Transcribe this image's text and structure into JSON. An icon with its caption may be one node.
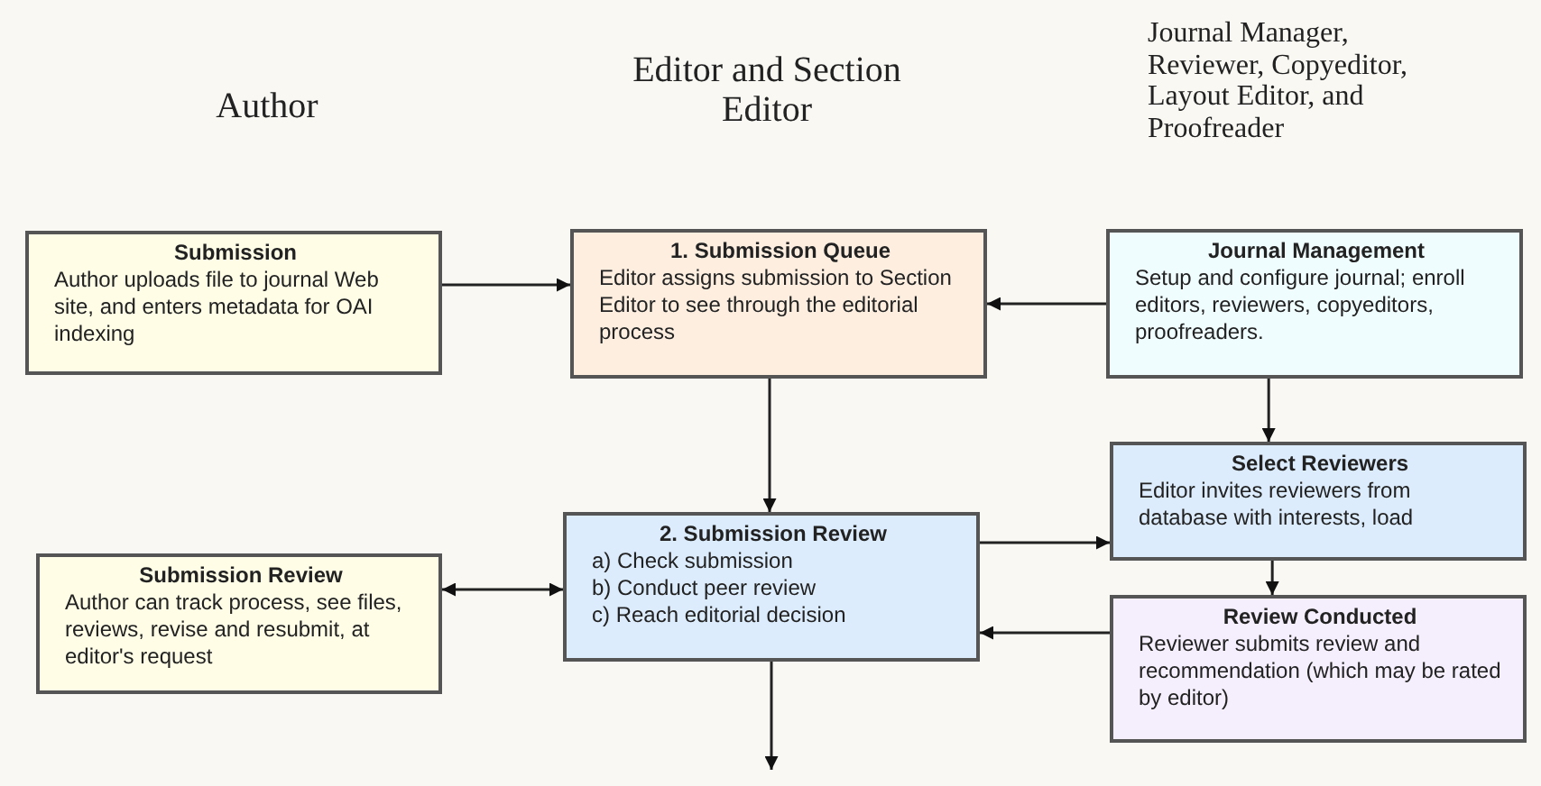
{
  "diagram": {
    "nodes": [
      {
        "text": [
          "Submission",
          "Author uploads file to journal Web site, and enters metadata for OAI indexing"
        ]
      },
      {
        "text": [
          "1. Submission Queue",
          "Editor assigns submission to Section Editor to see through the editorial process"
        ]
      },
      {
        "text": [
          "Journal Management",
          "Setup and configure journal; enroll editors, reviewers, copyeditors, proofreaders."
        ]
      },
      {
        "text": [
          "Select Reviewers",
          "Editor invites reviewers from database with interests, load"
        ]
      },
      {
        "text": [
          "2. Submission Review",
          "a) Check submission",
          "b) Conduct peer review",
          "c) Reach editorial decision"
        ]
      },
      {
        "text": [
          "Submission Review",
          "Author can track process, see files, reviews, revise and resubmit, at editor's request"
        ]
      },
      {
        "text": [
          "Review Conducted",
          "Reviewer submits review and recommendation (which may be rated by editor)"
        ]
      }
    ],
    "edges": [
      {
        "from": 0,
        "to": 1,
        "arrow": "to"
      },
      {
        "from": 2,
        "to": 1,
        "arrow": "to"
      },
      {
        "from": 1,
        "to": 4,
        "arrow": "to"
      },
      {
        "from": 2,
        "to": 3,
        "arrow": "to"
      },
      {
        "from": 4,
        "to": 3,
        "arrow": "to"
      },
      {
        "from": 3,
        "to": 6,
        "arrow": "to"
      },
      {
        "from": 5,
        "to": 4,
        "arrow": "both"
      },
      {
        "from": 6,
        "to": 4,
        "arrow": "to"
      },
      {
        "from": 4,
        "to": null,
        "arrow": "to"
      }
    ],
    "labels": [
      "Author",
      "Editor and Section Editor",
      "Journal Manager, Reviewer, Copyeditor, Layout Editor, and Proofreader"
    ]
  }
}
